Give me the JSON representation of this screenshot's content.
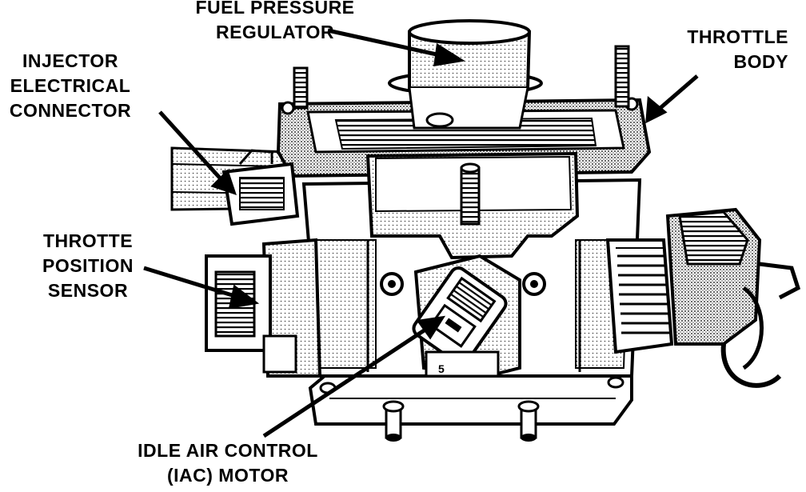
{
  "labels": {
    "fuel_pressure_regulator": [
      "FUEL PRESSURE",
      "REGULATOR"
    ],
    "throttle_body": [
      "THROTTLE",
      "BODY"
    ],
    "injector_connector": [
      "INJECTOR",
      "ELECTRICAL",
      "CONNECTOR"
    ],
    "throttle_position_sensor": [
      "THROTTE",
      "POSITION",
      "SENSOR"
    ],
    "iac_motor": [
      "IDLE AIR CONTROL",
      "(IAC) MOTOR"
    ]
  },
  "part_number": "5",
  "colors": {
    "ink": "#000000",
    "paper": "#ffffff",
    "shade": "#9a9a9a"
  }
}
